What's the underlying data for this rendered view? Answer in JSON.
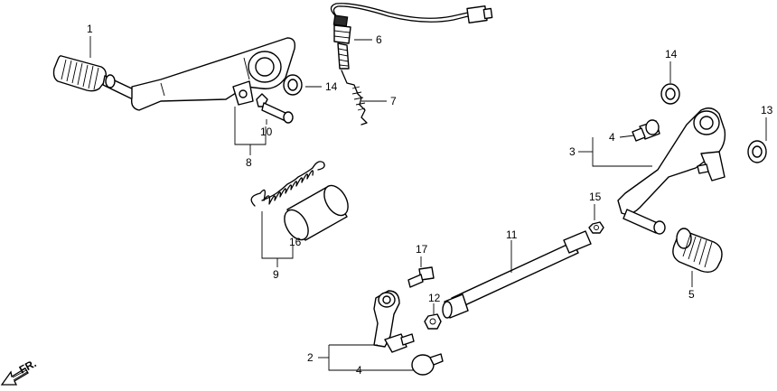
{
  "callouts": [
    "1",
    "2",
    "3",
    "4",
    "4",
    "5",
    "6",
    "7",
    "8",
    "9",
    "10",
    "11",
    "12",
    "13",
    "14",
    "14",
    "15",
    "16",
    "17"
  ],
  "direction_label": "FR."
}
